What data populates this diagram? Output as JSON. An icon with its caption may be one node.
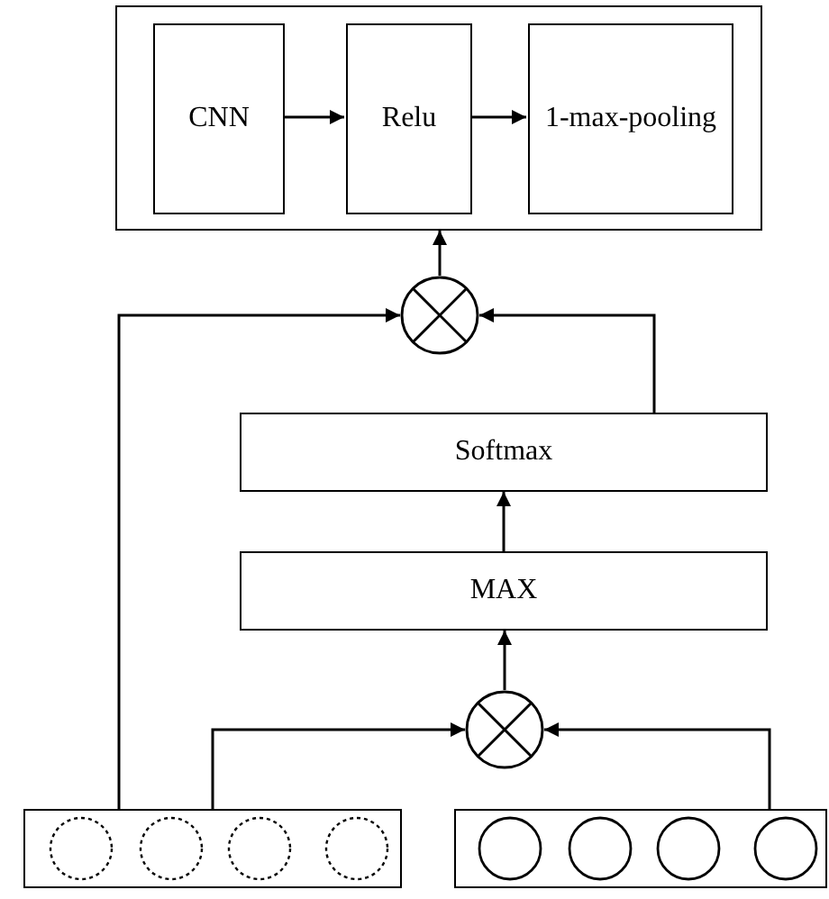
{
  "diagram": {
    "nodes": [
      {
        "text": [],
        "shape": "box"
      },
      {
        "text": [
          "CNN"
        ],
        "in": 0
      },
      {
        "text": [
          "Relu"
        ],
        "in": 0
      },
      {
        "text": [
          "1-max-pooling"
        ],
        "in": 0
      },
      {
        "text": [],
        "shape": "circle"
      },
      {
        "text": [
          "Softmax"
        ]
      },
      {
        "text": [
          "MAX"
        ]
      },
      {
        "text": [],
        "shape": "circle"
      },
      {
        "text": [],
        "shape": "box"
      },
      {
        "text": [],
        "shape": "box"
      }
    ],
    "edges": [
      {
        "from": 1,
        "to": 2,
        "arrow": "to"
      },
      {
        "from": 2,
        "to": 3,
        "arrow": "to"
      },
      {
        "from": 4,
        "to": 0,
        "arrow": "to"
      },
      {
        "from": 8,
        "to": 4,
        "arrow": "to"
      },
      {
        "from": 5,
        "to": 4,
        "arrow": "to"
      },
      {
        "from": 6,
        "to": 5,
        "arrow": "to"
      },
      {
        "from": 7,
        "to": 6,
        "arrow": "to"
      },
      {
        "from": 8,
        "to": 7,
        "arrow": "to"
      },
      {
        "from": 9,
        "to": 7,
        "arrow": "to"
      }
    ]
  }
}
